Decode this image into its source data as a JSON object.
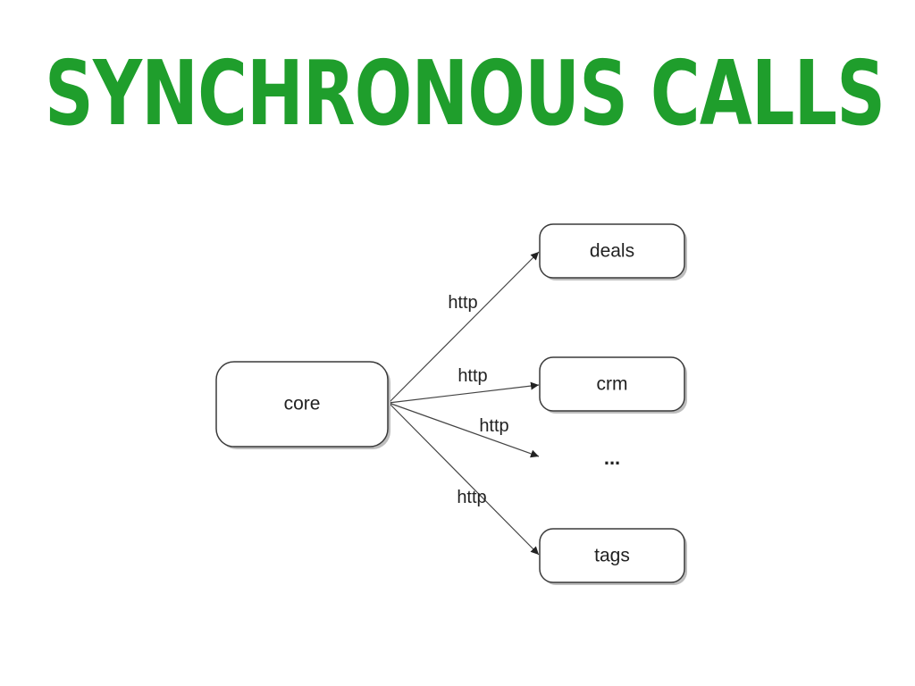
{
  "slide": {
    "title": "Synchronous calls"
  },
  "diagram": {
    "nodes": [
      {
        "id": "core",
        "label": "core"
      },
      {
        "id": "deals",
        "label": "deals"
      },
      {
        "id": "crm",
        "label": "crm"
      },
      {
        "id": "tags",
        "label": "tags"
      }
    ],
    "ellipsis": "...",
    "edges": [
      {
        "from": "core",
        "to": "deals",
        "label": "http"
      },
      {
        "from": "core",
        "to": "crm",
        "label": "http"
      },
      {
        "from": "core",
        "to": "ellipsis",
        "label": "http"
      },
      {
        "from": "core",
        "to": "tags",
        "label": "http"
      }
    ]
  }
}
